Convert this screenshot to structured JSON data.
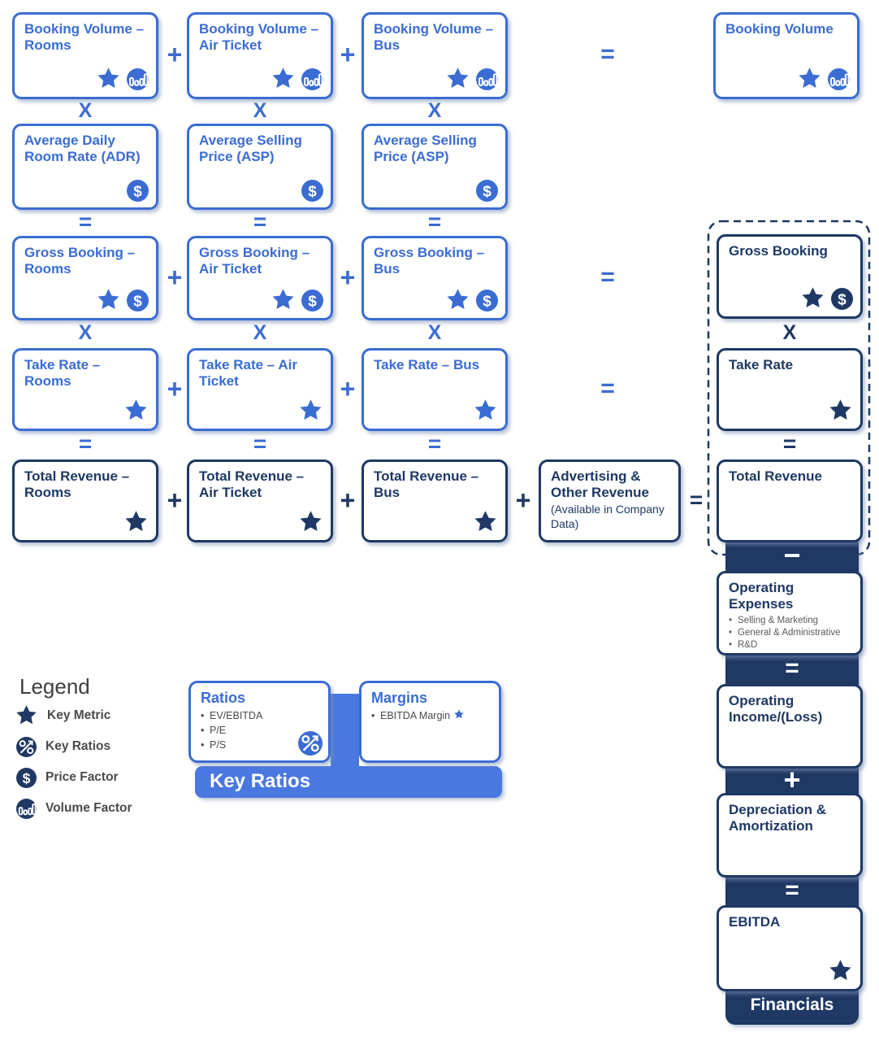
{
  "colors": {
    "blue": "#3a6cd3",
    "navy": "#1f3864",
    "band_blue": "#4a78e0",
    "bullet_gray": "#5a5a5a"
  },
  "operators": {
    "multiply": "X",
    "add": "+",
    "equals": "=",
    "subtract": "−"
  },
  "grid": {
    "row1": {
      "c1": "Booking Volume – Rooms",
      "c2": "Booking Volume – Air Ticket",
      "c3": "Booking Volume – Bus",
      "result": "Booking Volume"
    },
    "row2": {
      "c1": "Average Daily Room Rate (ADR)",
      "c2": "Average Selling Price (ASP)",
      "c3": "Average Selling Price (ASP)"
    },
    "row3": {
      "c1": "Gross Booking – Rooms",
      "c2": "Gross Booking – Air Ticket",
      "c3": "Gross Booking – Bus",
      "result": "Gross Booking"
    },
    "row4": {
      "c1": "Take Rate – Rooms",
      "c2": "Take Rate – Air Ticket",
      "c3": "Take Rate – Bus",
      "result": "Take Rate"
    },
    "row5": {
      "c1": "Total Revenue – Rooms",
      "c2": "Total Revenue – Air Ticket",
      "c3": "Total Revenue – Bus",
      "c4_title": "Advertising & Other Revenue",
      "c4_note": "(Available in Company Data)",
      "result": "Total Revenue"
    }
  },
  "financials": {
    "opex": {
      "title": "Operating Expenses",
      "bullets": [
        "Selling & Marketing",
        "General & Administrative",
        "R&D"
      ]
    },
    "operating_income": {
      "title": "Operating Income/(Loss)"
    },
    "dep_amort": {
      "title": "Depreciation & Amortization"
    },
    "ebitda": {
      "title": "EBITDA"
    },
    "band_label": "Financials"
  },
  "key_ratios": {
    "band_label": "Key Ratios",
    "ratios": {
      "title": "Ratios",
      "bullets": [
        "EV/EBITDA",
        "P/E",
        "P/S"
      ]
    },
    "margins": {
      "title": "Margins",
      "bullet": "EBITDA Margin"
    }
  },
  "legend": {
    "title": "Legend",
    "items": [
      {
        "label": "Key Metric",
        "icon": "star-icon"
      },
      {
        "label": "Key Ratios",
        "icon": "percent-trend-icon"
      },
      {
        "label": "Price Factor",
        "icon": "dollar-icon"
      },
      {
        "label": "Volume Factor",
        "icon": "bar-chart-icon"
      }
    ]
  }
}
